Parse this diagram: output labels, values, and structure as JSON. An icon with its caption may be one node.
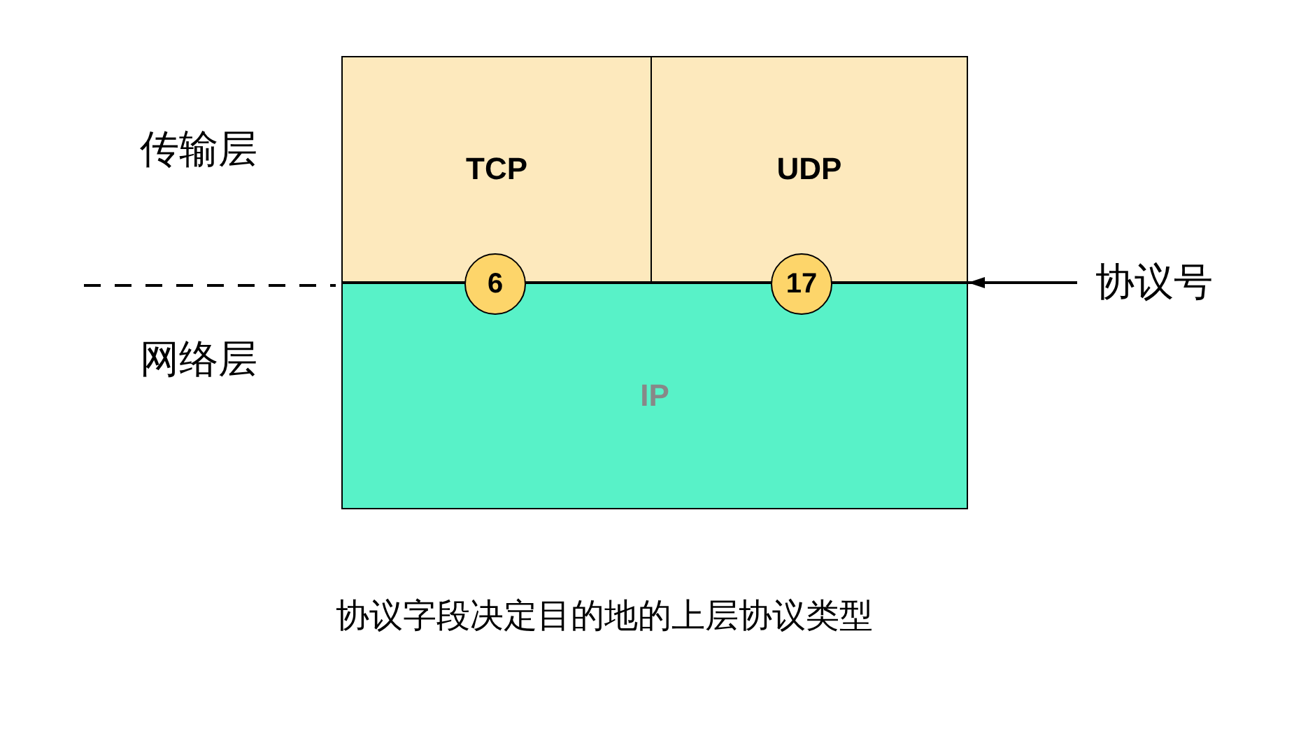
{
  "diagram": {
    "caption": "协议字段决定目的地的上层协议类型",
    "nodes": [
      {
        "text": [
          "TCP"
        ]
      },
      {
        "text": [
          "UDP"
        ]
      },
      {
        "text": [
          "IP"
        ]
      },
      {
        "text": [
          "6"
        ]
      },
      {
        "text": [
          "17"
        ]
      },
      {
        "text": [
          "协议号"
        ]
      }
    ],
    "edges": [
      {
        "from": 5,
        "to": 2,
        "arrow": "to"
      }
    ],
    "labels": [
      "传输层",
      "网络层"
    ]
  }
}
